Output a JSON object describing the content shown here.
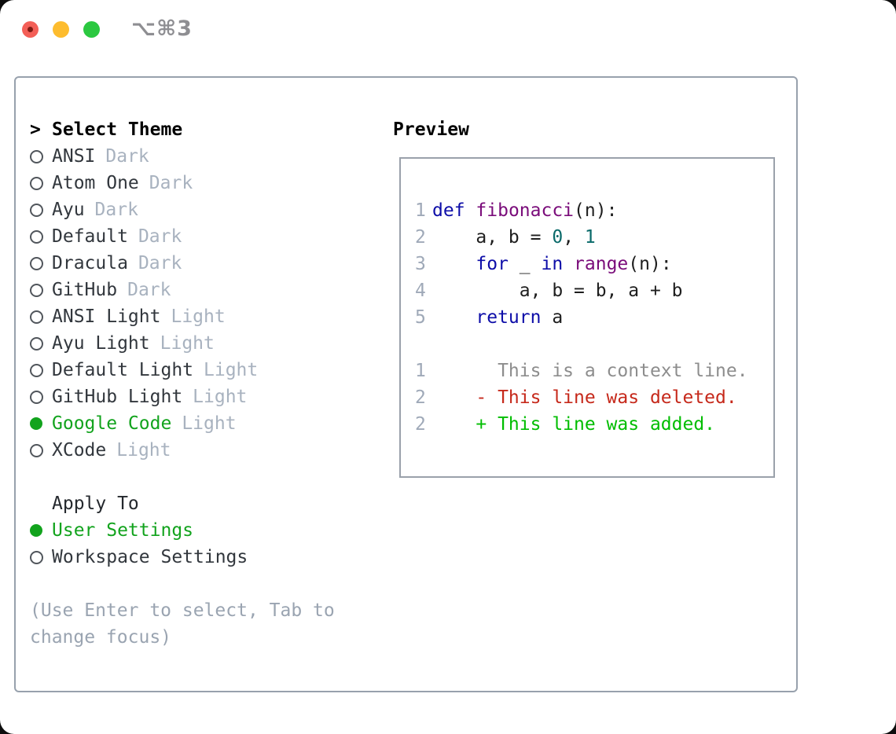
{
  "window": {
    "title": "⌥⌘3",
    "traffic_lights": [
      "close",
      "minimize",
      "zoom"
    ]
  },
  "theme_panel": {
    "header": {
      "prompt": ">",
      "label": "Select Theme"
    },
    "items": [
      {
        "name": "ANSI",
        "variant": "Dark",
        "selected": false
      },
      {
        "name": "Atom One",
        "variant": "Dark",
        "selected": false
      },
      {
        "name": "Ayu",
        "variant": "Dark",
        "selected": false
      },
      {
        "name": "Default",
        "variant": "Dark",
        "selected": false
      },
      {
        "name": "Dracula",
        "variant": "Dark",
        "selected": false
      },
      {
        "name": "GitHub",
        "variant": "Dark",
        "selected": false
      },
      {
        "name": "ANSI Light",
        "variant": "Light",
        "selected": false
      },
      {
        "name": "Ayu Light",
        "variant": "Light",
        "selected": false
      },
      {
        "name": "Default Light",
        "variant": "Light",
        "selected": false
      },
      {
        "name": "GitHub Light",
        "variant": "Light",
        "selected": false
      },
      {
        "name": "Google Code",
        "variant": "Light",
        "selected": true
      },
      {
        "name": "XCode",
        "variant": "Light",
        "selected": false
      }
    ],
    "apply_to": {
      "heading": "Apply To",
      "options": [
        {
          "label": "User Settings",
          "selected": true
        },
        {
          "label": "Workspace Settings",
          "selected": false
        }
      ]
    },
    "hint_lines": [
      "(Use Enter to select, Tab to",
      "change focus)"
    ]
  },
  "preview": {
    "heading": "Preview",
    "lines": [
      {
        "num": "1",
        "tokens": [
          {
            "text": "def",
            "style": "kw"
          },
          {
            "text": " ",
            "style": "pl"
          },
          {
            "text": "fibonacci",
            "style": "fn"
          },
          {
            "text": "(n):",
            "style": "pl"
          }
        ]
      },
      {
        "num": "2",
        "tokens": [
          {
            "text": "    a, b = ",
            "style": "pl"
          },
          {
            "text": "0",
            "style": "lit"
          },
          {
            "text": ", ",
            "style": "pl"
          },
          {
            "text": "1",
            "style": "lit"
          }
        ]
      },
      {
        "num": "3",
        "tokens": [
          {
            "text": "    ",
            "style": "pl"
          },
          {
            "text": "for",
            "style": "kw"
          },
          {
            "text": " _ ",
            "style": "pl"
          },
          {
            "text": "in",
            "style": "kw"
          },
          {
            "text": " ",
            "style": "pl"
          },
          {
            "text": "range",
            "style": "fn"
          },
          {
            "text": "(n):",
            "style": "pl"
          }
        ]
      },
      {
        "num": "4",
        "tokens": [
          {
            "text": "        a, b = b, a + b",
            "style": "pl"
          }
        ]
      },
      {
        "num": "5",
        "tokens": [
          {
            "text": "    ",
            "style": "pl"
          },
          {
            "text": "return",
            "style": "kw"
          },
          {
            "text": " a",
            "style": "pl"
          }
        ]
      },
      {
        "num": "",
        "tokens": []
      },
      {
        "num": "1",
        "tokens": [
          {
            "text": "      This is a context line.",
            "style": "ctx"
          }
        ]
      },
      {
        "num": "2",
        "tokens": [
          {
            "text": "    - This line was deleted.",
            "style": "del"
          }
        ]
      },
      {
        "num": "2",
        "tokens": [
          {
            "text": "    + This line was added.",
            "style": "add"
          }
        ]
      }
    ]
  },
  "colors": {
    "selection_green": "#12a31d",
    "diff_added_green": "#00bd00",
    "diff_deleted_red": "#c6291b",
    "diff_context_gray": "#8d8d8d",
    "keyword_navy": "#0d0da8",
    "function_purple": "#7a0c7a",
    "literal_teal": "#0a6a6a",
    "muted_variant_gray": "#a8b2bf",
    "line_number_gray": "#9fa9b8",
    "panel_border_gray": "#98a1ad"
  }
}
